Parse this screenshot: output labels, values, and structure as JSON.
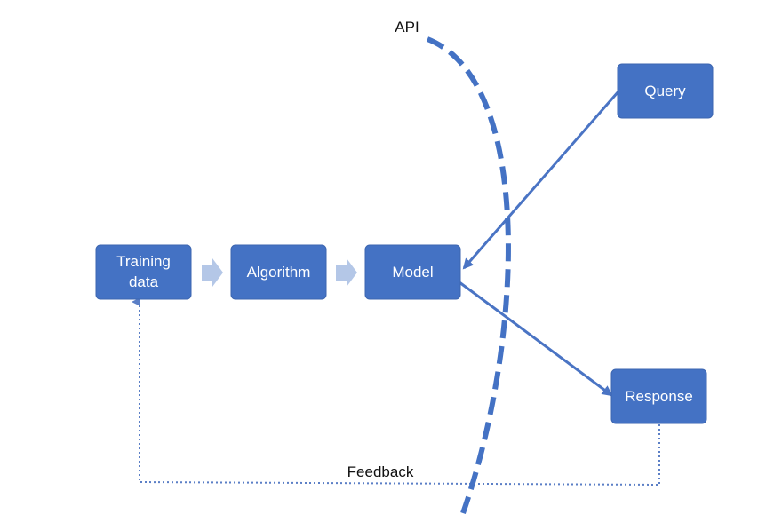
{
  "diagram": {
    "colors": {
      "box": "#4472c4",
      "box_border": "#3d66b0",
      "connector": "#4a74c4",
      "pipeline_arrow": "#b4c7e7",
      "api_boundary": "#4472c4",
      "feedback_line": "#5b7fc6"
    },
    "nodes": {
      "training_data": {
        "line1": "Training",
        "line2": "data"
      },
      "algorithm": {
        "label": "Algorithm"
      },
      "model": {
        "label": "Model"
      },
      "query": {
        "label": "Query"
      },
      "response": {
        "label": "Response"
      }
    },
    "labels": {
      "api": "API",
      "feedback": "Feedback"
    },
    "edges": [
      {
        "from": "training_data",
        "to": "algorithm",
        "style": "block-arrow"
      },
      {
        "from": "algorithm",
        "to": "model",
        "style": "block-arrow"
      },
      {
        "from": "query",
        "to": "model",
        "style": "solid-arrow"
      },
      {
        "from": "model",
        "to": "response",
        "style": "solid-arrow"
      },
      {
        "from": "response",
        "to": "training_data",
        "style": "dotted-arrow",
        "label": "Feedback"
      }
    ],
    "boundary": {
      "label": "API",
      "style": "dashed-curve"
    }
  }
}
